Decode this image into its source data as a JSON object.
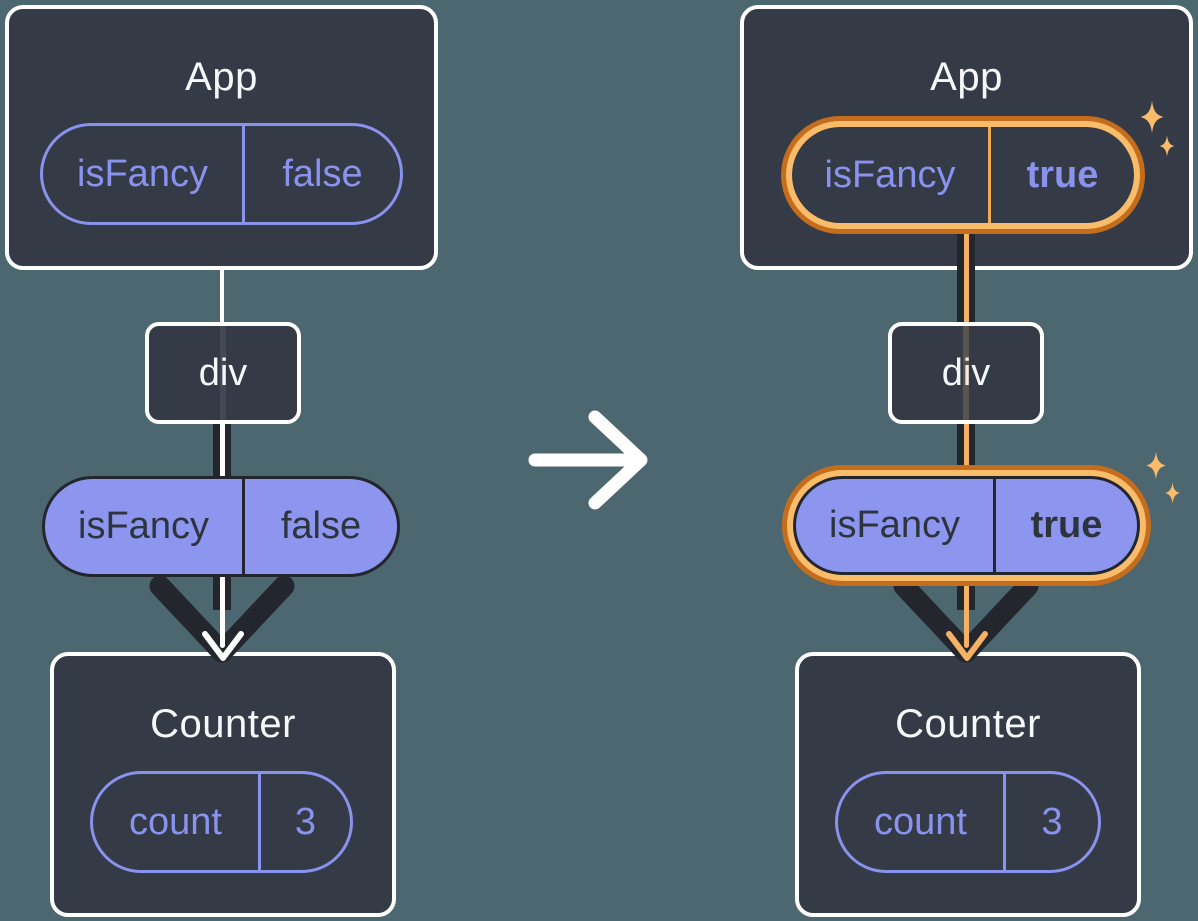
{
  "page": {
    "background": "#4D6770"
  },
  "colors": {
    "canvas_background": "#4D6770",
    "card_background": "#343A46",
    "card_border": "#FFFFFF",
    "purple": "#8993EE",
    "purple_fill": "#8D96EF",
    "dark_arrow": "#23272D",
    "dark_text": "#2E343E",
    "highlight_ring_outer": "#C46D1C",
    "highlight_ring_inner": "#F8BC6B",
    "highlight_line": "#F5B164",
    "white": "#FFFFFF"
  },
  "icons": {
    "transition": "arrow-right-icon",
    "prop_flow": "chevron-down-arrow-icon",
    "decoration": "sparkle-icon"
  },
  "diagrams": {
    "before": {
      "app": {
        "title": "App",
        "state": {
          "name": "isFancy",
          "value": "false"
        }
      },
      "div_node": {
        "label": "div"
      },
      "prop": {
        "name": "isFancy",
        "value": "false"
      },
      "counter": {
        "title": "Counter",
        "state": {
          "name": "count",
          "value": "3"
        }
      }
    },
    "after": {
      "app": {
        "title": "App",
        "state": {
          "name": "isFancy",
          "value": "true"
        }
      },
      "div_node": {
        "label": "div"
      },
      "prop": {
        "name": "isFancy",
        "value": "true"
      },
      "counter": {
        "title": "Counter",
        "state": {
          "name": "count",
          "value": "3"
        }
      }
    }
  }
}
